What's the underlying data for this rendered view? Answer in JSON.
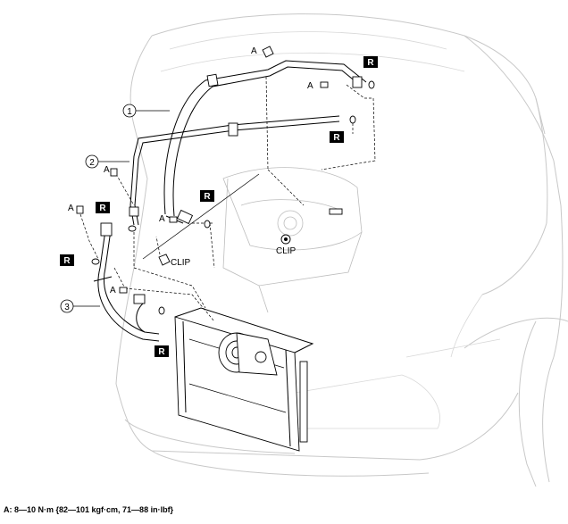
{
  "callouts": {
    "c1": "1",
    "c2": "2",
    "c3": "3"
  },
  "torque_marker": "A",
  "replace_marker": "R",
  "clip_label": "CLIP",
  "footnote": "A: 8—10 N·m {82—101 kgf·cm, 71—88 in·lbf}"
}
